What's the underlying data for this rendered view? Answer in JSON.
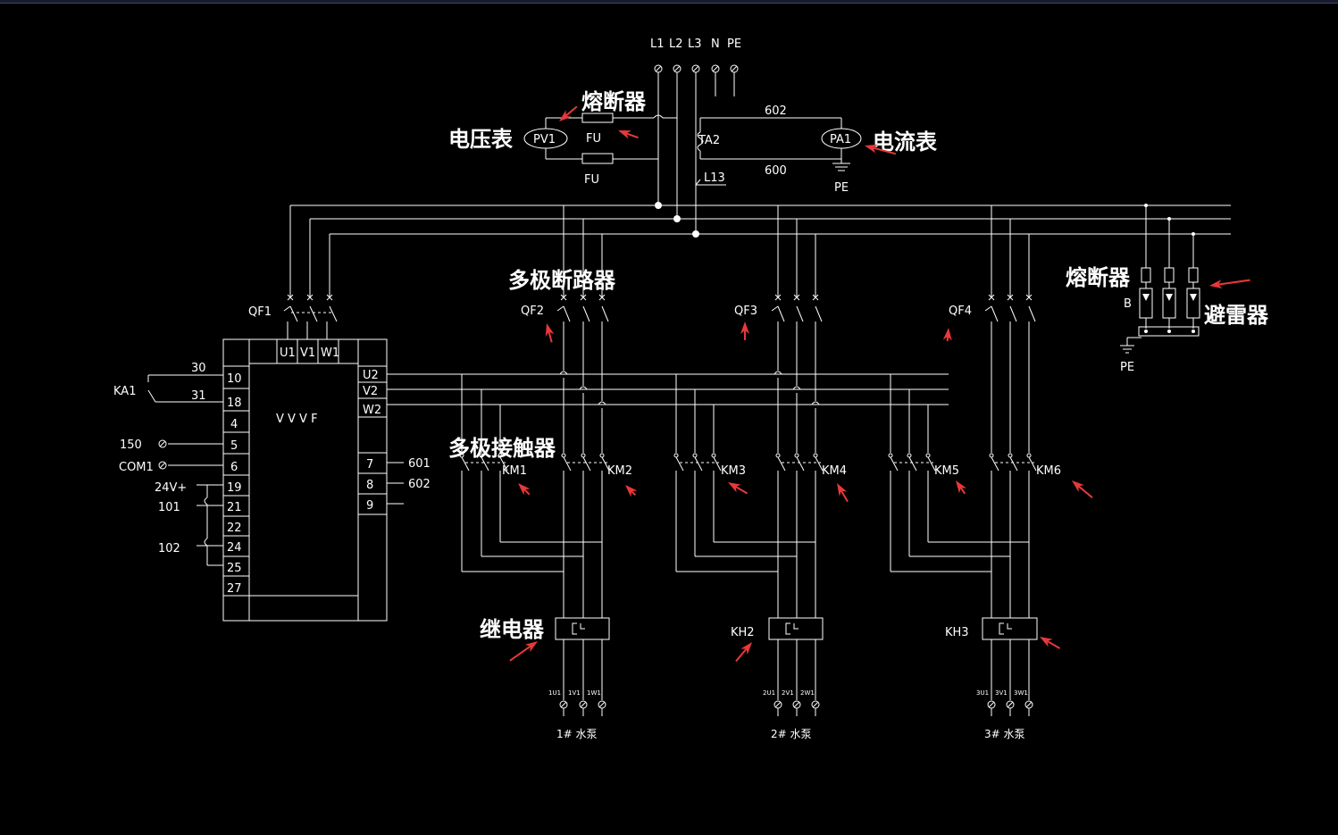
{
  "supply": {
    "labels": [
      "L1",
      "L2",
      "L3",
      "N",
      "PE"
    ]
  },
  "meter": {
    "voltmeter": "PV1",
    "fuse_top": "FU",
    "fuse_bottom": "FU",
    "ct": "TA2",
    "ammeter": "PA1",
    "wire_602": "602",
    "wire_600": "600",
    "wire_l13": "L13",
    "pe": "PE"
  },
  "breakers": [
    "QF1",
    "QF2",
    "QF3",
    "QF4"
  ],
  "contactors": [
    "KM1",
    "KM2",
    "KM3",
    "KM4",
    "KM5",
    "KM6"
  ],
  "relays": [
    "KH2",
    "KH3"
  ],
  "vvvf": {
    "label": "V V V F",
    "inputs": [
      "U1",
      "V1",
      "W1"
    ],
    "outputs": [
      "U2",
      "V2",
      "W2"
    ],
    "left_terminals": [
      "10",
      "18",
      "4",
      "5",
      "6",
      "19",
      "21",
      "22",
      "24",
      "25",
      "27"
    ],
    "right_terminals": [
      "7",
      "8",
      "9"
    ],
    "right_wires": [
      "601",
      "602"
    ],
    "wire_30": "30",
    "wire_31": "31",
    "ka1": "KA1",
    "w150": "150",
    "com1": "COM1",
    "v24": "24V+",
    "w101": "101",
    "w102": "102"
  },
  "arrester": {
    "b": "B",
    "pe": "PE"
  },
  "pumps": {
    "p1": {
      "terms": [
        "1U1",
        "1V1",
        "1W1"
      ],
      "label": "1# 水泵"
    },
    "p2": {
      "terms": [
        "2U1",
        "2V1",
        "2W1"
      ],
      "label": "2# 水泵"
    },
    "p3": {
      "terms": [
        "3U1",
        "3V1",
        "3W1"
      ],
      "label": "3# 水泵"
    }
  },
  "annotations": {
    "fuse1": "熔断器",
    "voltmeter": "电压表",
    "ammeter": "电流表",
    "breaker": "多极断路器",
    "fuse2": "熔断器",
    "arrester": "避雷器",
    "contactor": "多极接触器",
    "relay": "继电器"
  },
  "colors": {
    "background": "#000000",
    "lines": "#ffffff",
    "arrows": "#e8383a"
  }
}
